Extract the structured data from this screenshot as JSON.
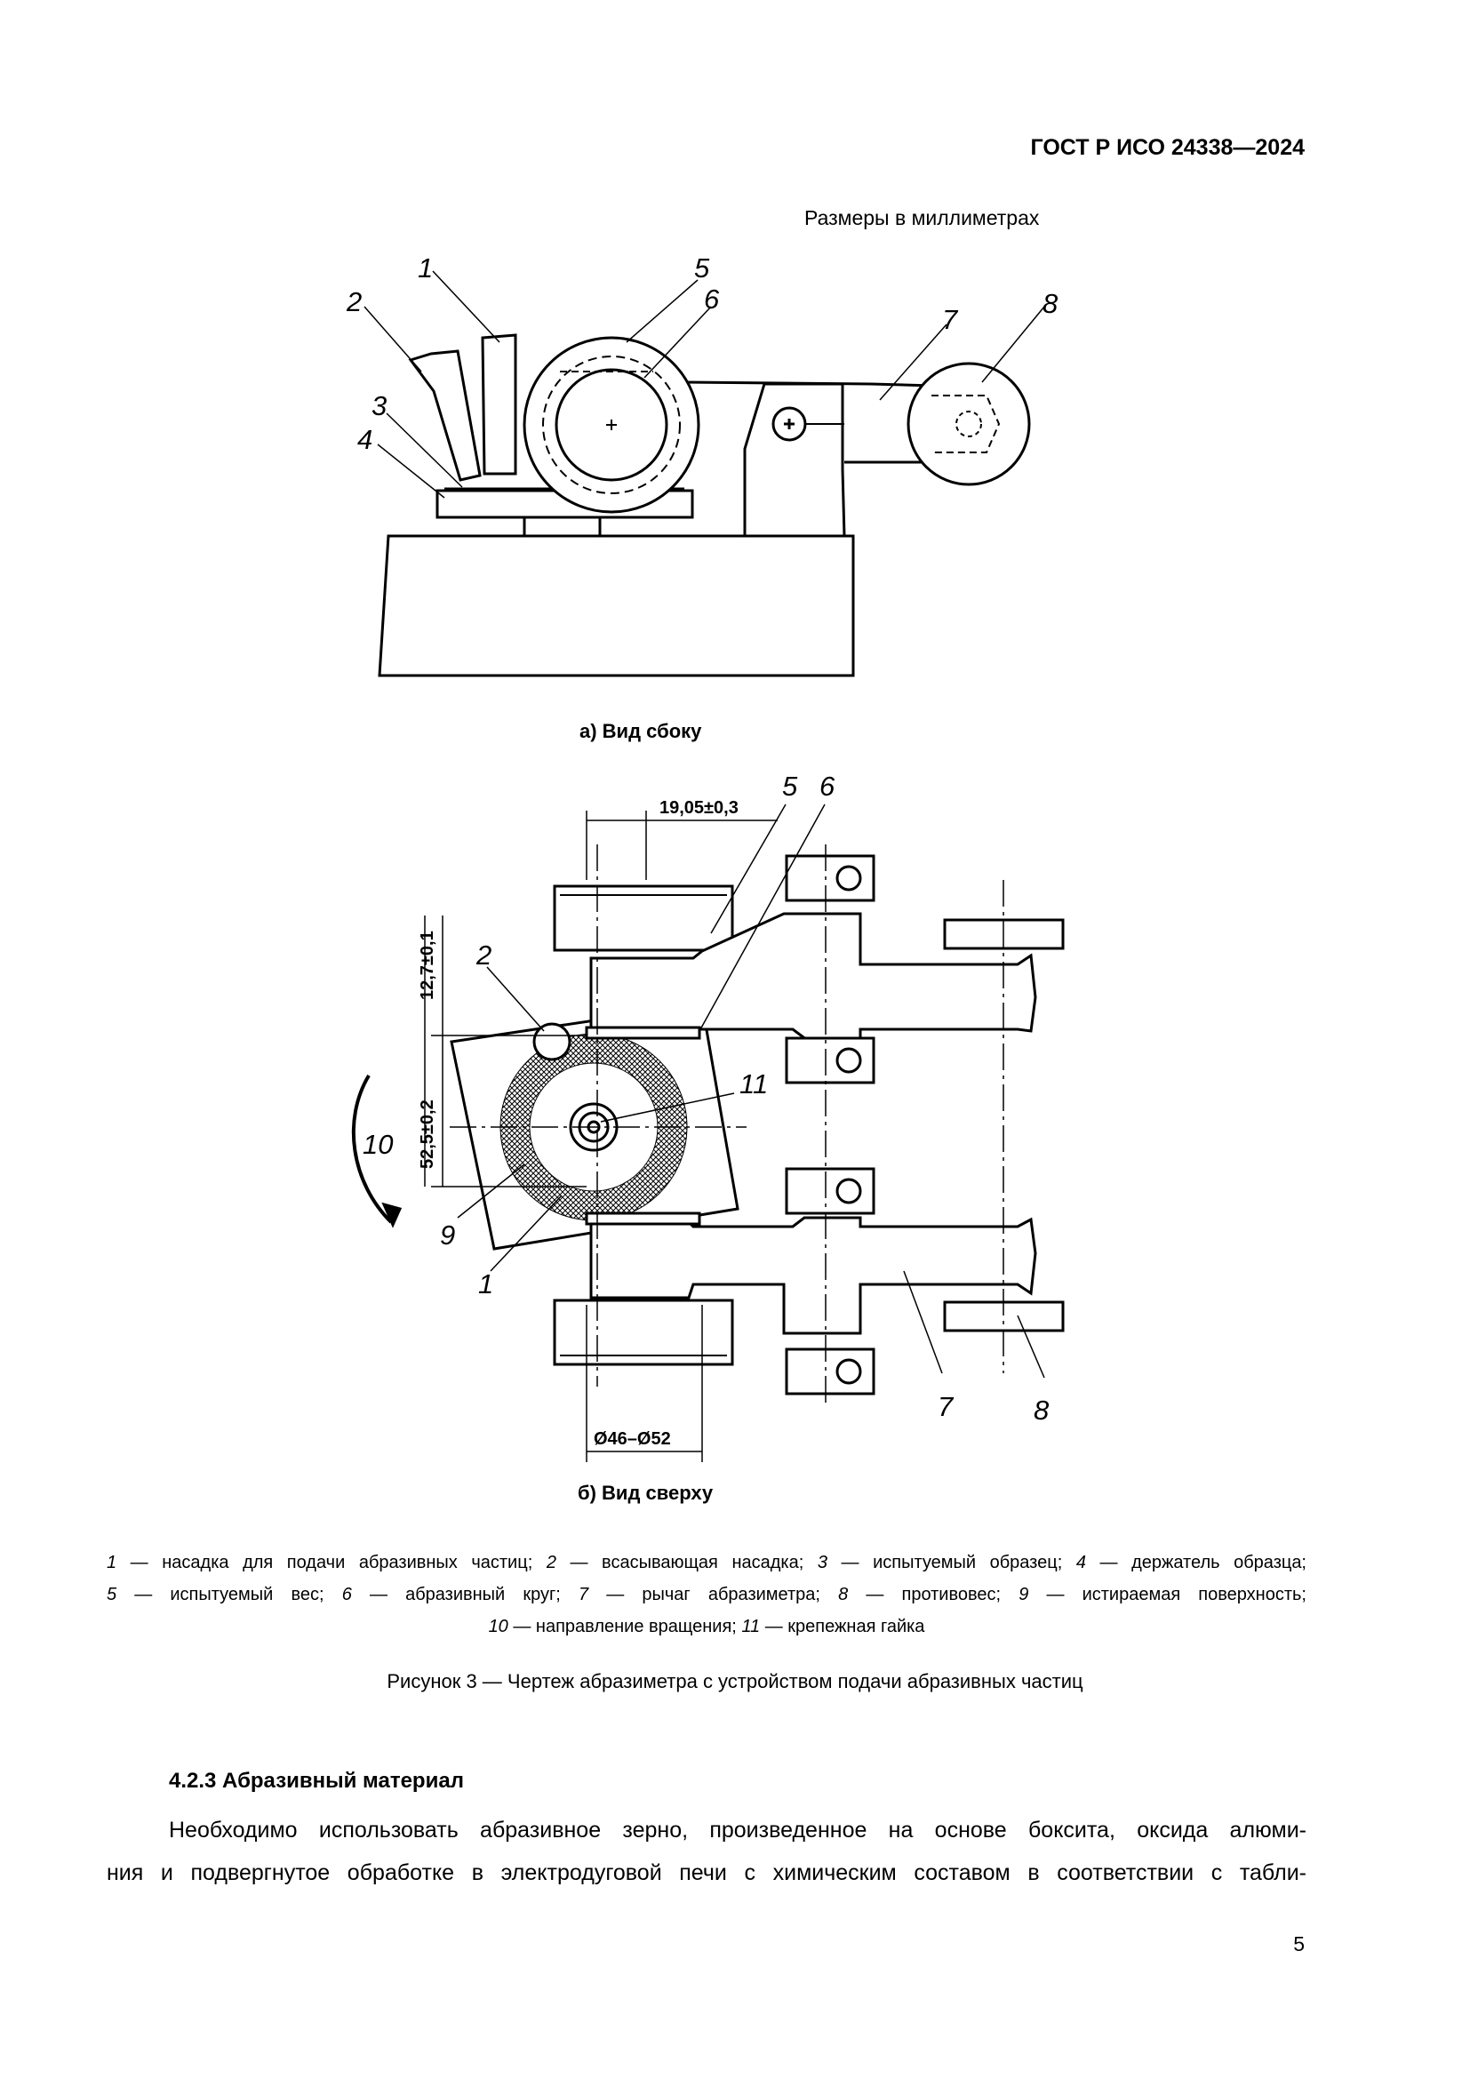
{
  "header": {
    "doc_id": "ГОСТ Р ИСО 24338—2024",
    "units_note": "Размеры в миллиметрах"
  },
  "figure": {
    "side_view": {
      "caption": "а) Вид сбоку",
      "labels": [
        "1",
        "2",
        "3",
        "4",
        "5",
        "6",
        "7",
        "8"
      ]
    },
    "top_view": {
      "caption": "б) Вид сверху",
      "labels": [
        "1",
        "2",
        "5",
        "6",
        "7",
        "8",
        "9",
        "10",
        "11"
      ],
      "dimensions": {
        "offset": "19,05±0,3",
        "gap_top": "12,7±0,1",
        "wheel_spacing": "52,5±0,2",
        "diameter": "Ø46–Ø52"
      }
    },
    "legend": {
      "line1": [
        {
          "num": "1",
          "text": " — насадка для подачи абразивных частиц; "
        },
        {
          "num": "2",
          "text": " — всасывающая насадка; "
        },
        {
          "num": "3",
          "text": " — испытуемый образец; "
        },
        {
          "num": "4",
          "text": " — держатель образца;"
        }
      ],
      "line2": [
        {
          "num": "5",
          "text": " — испытуемый вес; "
        },
        {
          "num": "6",
          "text": " — абразивный круг; "
        },
        {
          "num": "7",
          "text": " — рычаг абразиметра; "
        },
        {
          "num": "8",
          "text": " — противовес; "
        },
        {
          "num": "9",
          "text": " — истираемая поверхность;"
        }
      ],
      "line3": [
        {
          "num": "10",
          "text": " — направление вращения; "
        },
        {
          "num": "11",
          "text": " — крепежная гайка"
        }
      ]
    },
    "caption": "Рисунок 3 — Чертеж абразиметра с устройством подачи абразивных частиц"
  },
  "section": {
    "heading": "4.2.3 Абразивный материал",
    "paragraph_line1": "Необходимо использовать абразивное зерно, произведенное на основе боксита, оксида алюми-",
    "paragraph_line2": "ния и подвергнутое обработке в электродуговой печи с химическим составом в соответствии с табли-"
  },
  "page_number": "5"
}
